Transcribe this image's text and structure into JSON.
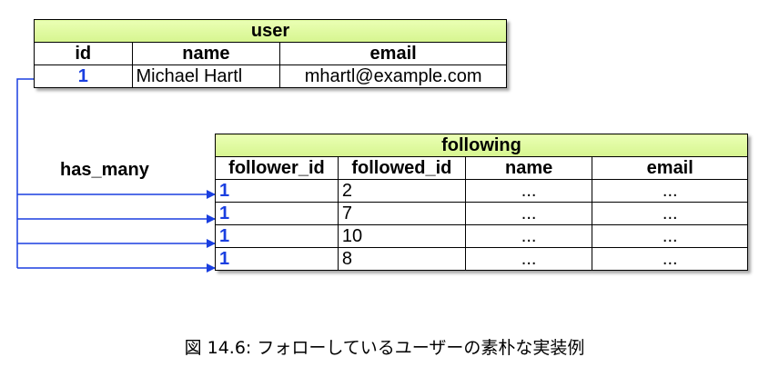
{
  "user_table": {
    "title": "user",
    "headers": [
      "id",
      "name",
      "email"
    ],
    "row": [
      "1",
      "Michael Hartl",
      "mhartl@example.com"
    ]
  },
  "following_table": {
    "title": "following",
    "headers": [
      "follower_id",
      "followed_id",
      "name",
      "email"
    ],
    "rows": [
      [
        "1",
        "2",
        "...",
        "..."
      ],
      [
        "1",
        "7",
        "...",
        "..."
      ],
      [
        "1",
        "10",
        "...",
        "..."
      ],
      [
        "1",
        "8",
        "...",
        "..."
      ]
    ]
  },
  "relation_label": "has_many",
  "caption": "図 14.6: フォローしているユーザーの素朴な実装例",
  "colors": {
    "title_fill": "#d6f58f",
    "link_blue": "#1a3fe0"
  }
}
